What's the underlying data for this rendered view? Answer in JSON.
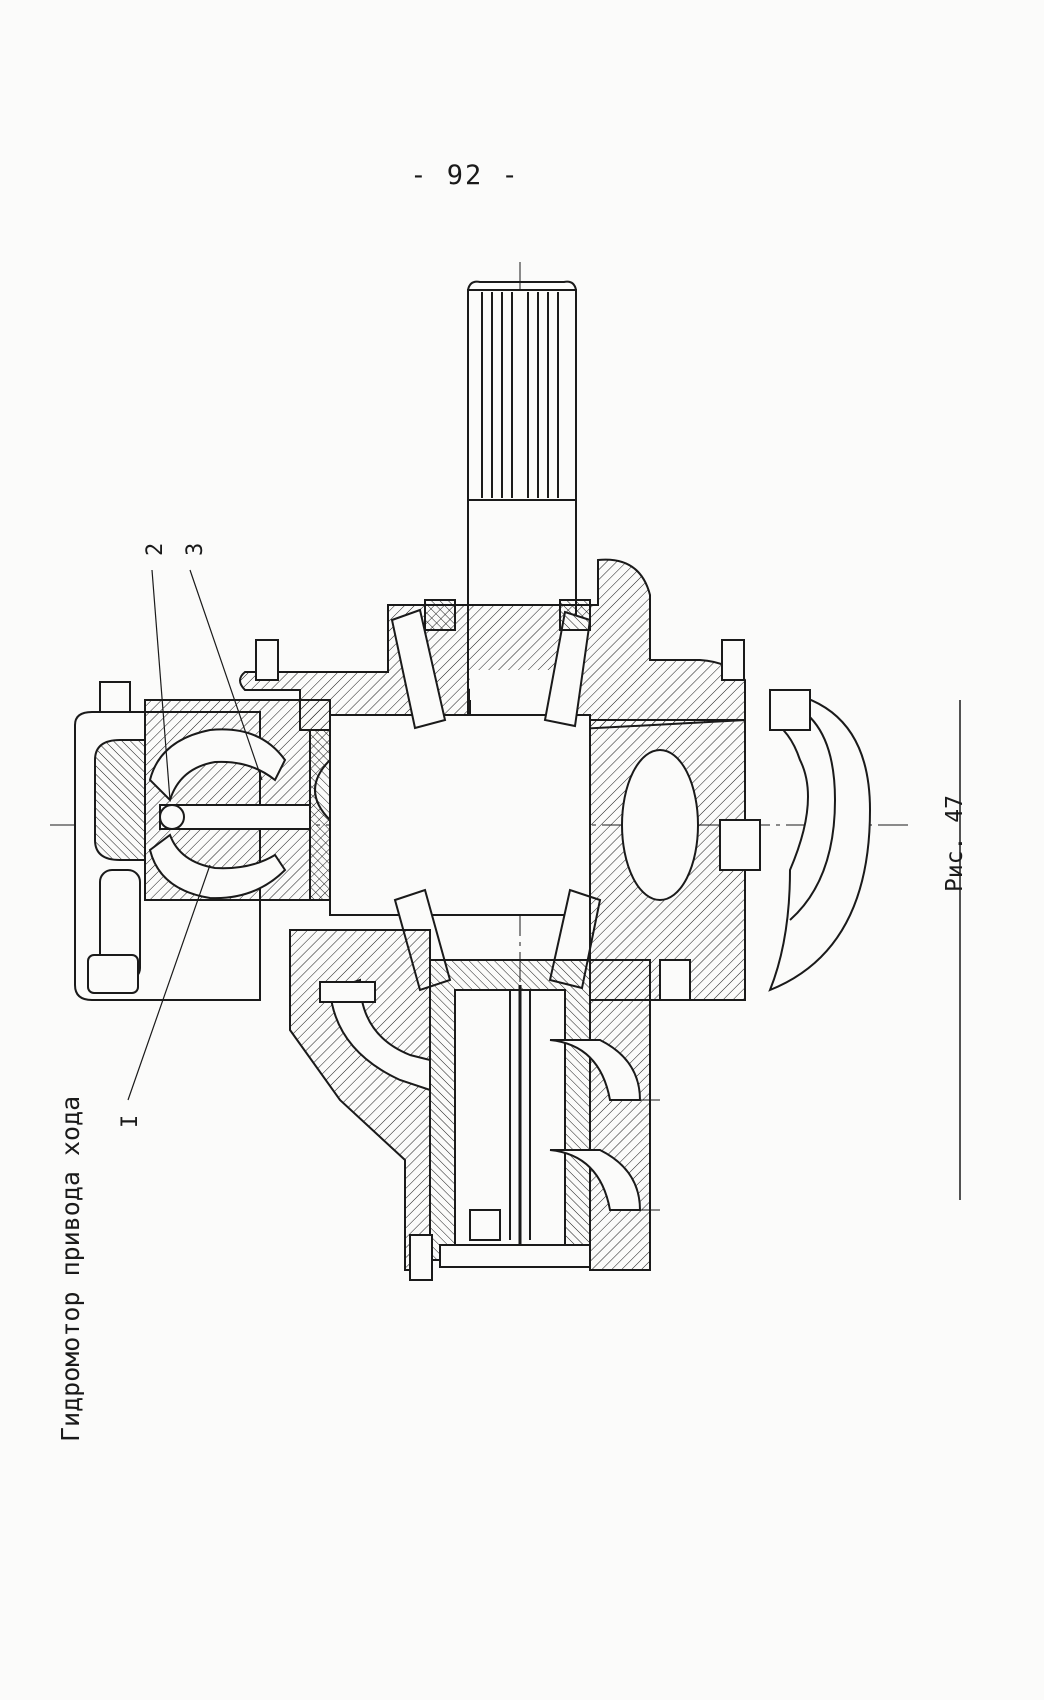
{
  "page_number": "- 92 -",
  "title": "Гидромотор привода хода",
  "figure_caption": "Рис. 47",
  "callouts": {
    "c1": "I",
    "c2": "2",
    "c3": "3"
  },
  "colors": {
    "ink": "#1a1a1a",
    "paper": "#fbfbfa"
  }
}
